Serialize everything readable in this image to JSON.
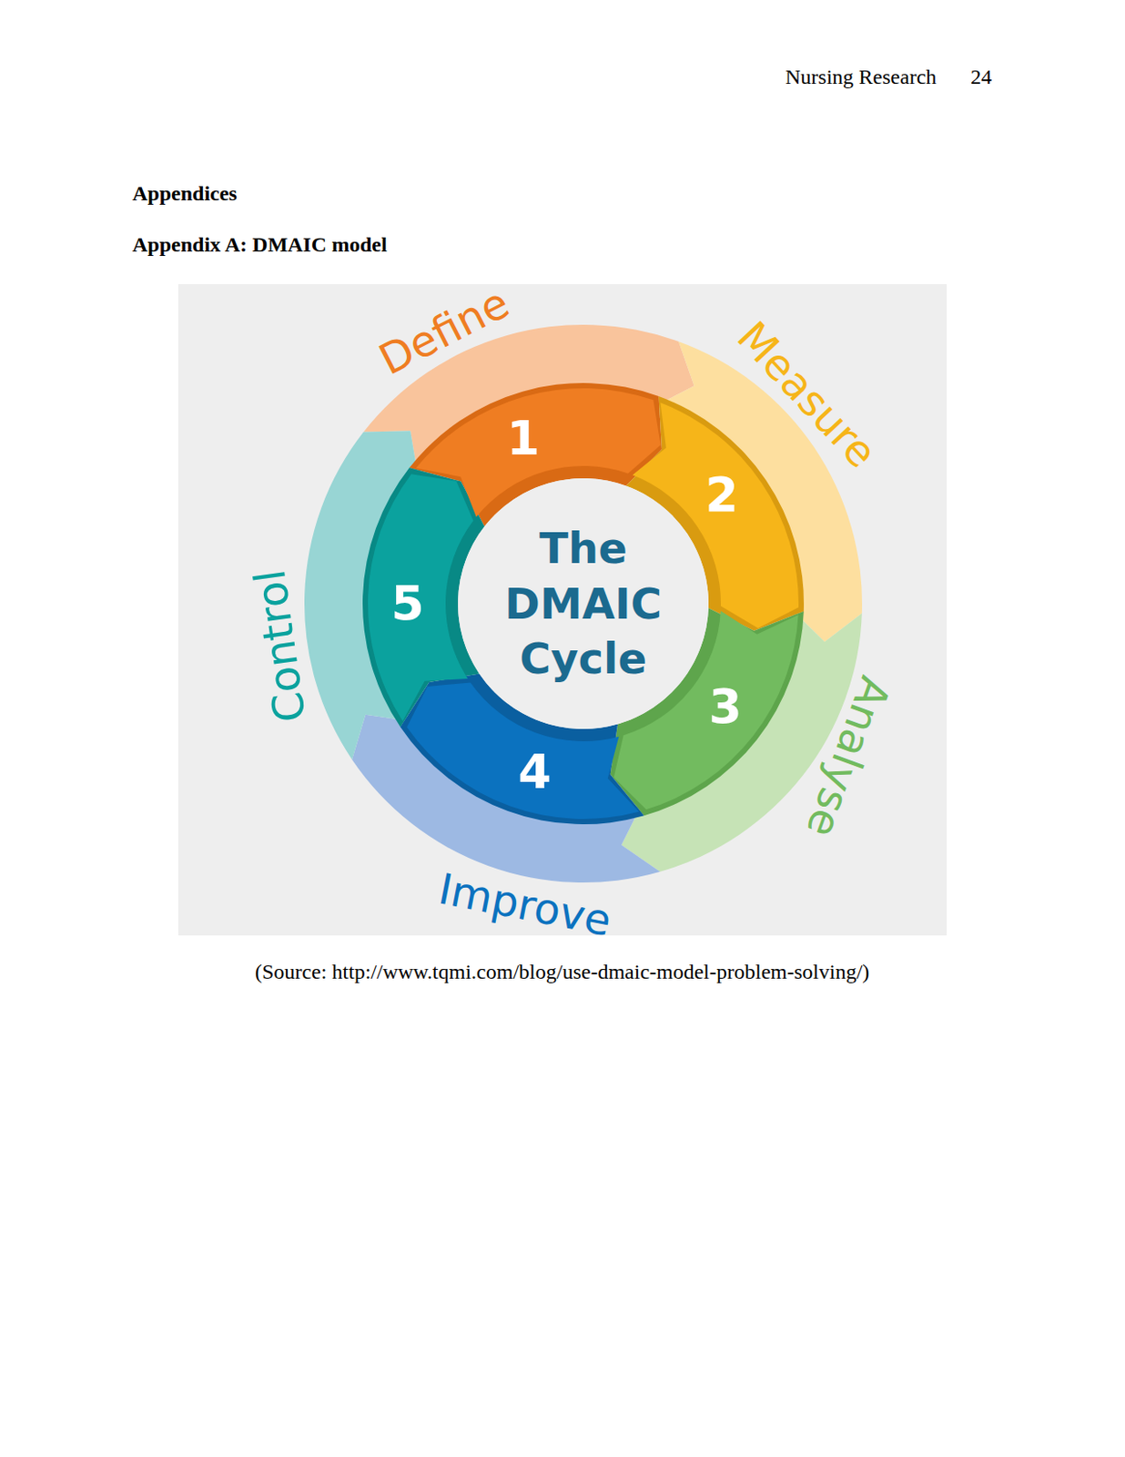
{
  "diagram": {
    "title": "Appendix A: DMAIC model",
    "caption": "(Source: http://www.tqmi.com/blog/use-dmaic-model-problem-solving/)",
    "nodes": [
      {
        "text": [
          "Define",
          "1"
        ]
      },
      {
        "text": [
          "Measure",
          "2"
        ]
      },
      {
        "text": [
          "Analyse",
          "3"
        ]
      },
      {
        "text": [
          "Improve",
          "4"
        ]
      },
      {
        "text": [
          "Control",
          "5"
        ]
      },
      {
        "text": [
          "The DMAIC Cycle"
        ]
      }
    ],
    "labels": [
      "Nursing Research",
      "24",
      "Appendices"
    ]
  }
}
